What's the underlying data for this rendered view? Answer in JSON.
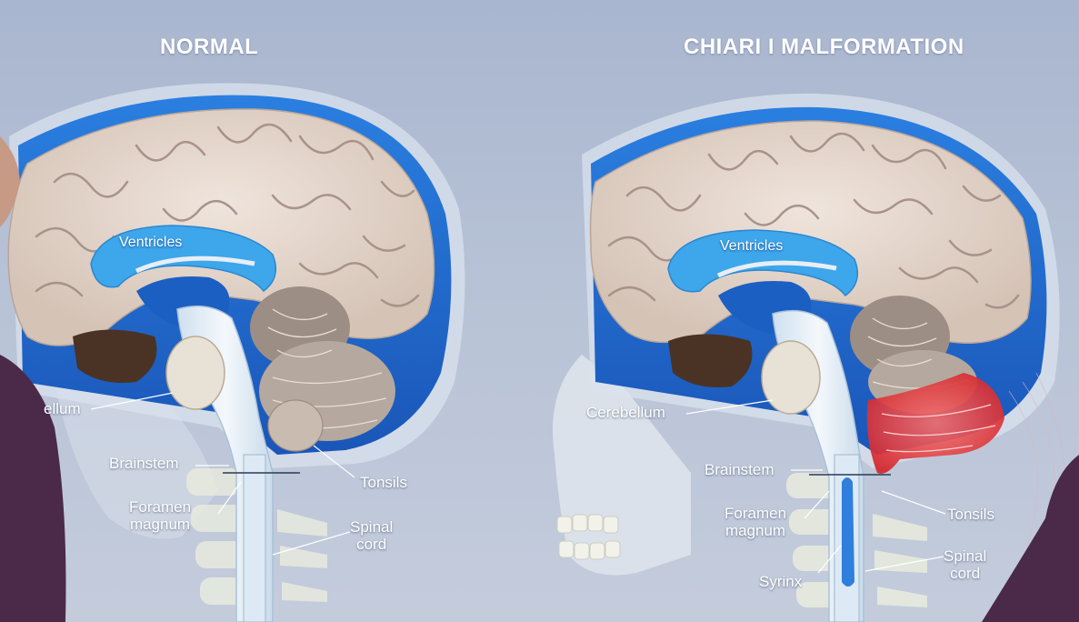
{
  "panels": {
    "left": {
      "title": "NORMAL",
      "labels": {
        "ventricles": "Ventricles",
        "cerebellum_partial": "ellum",
        "brainstem": "Brainstem",
        "foramen_line1": "Foramen",
        "foramen_line2": "magnum",
        "tonsils": "Tonsils",
        "spinal_line1": "Spinal",
        "spinal_line2": "cord"
      }
    },
    "right": {
      "title": "CHIARI I MALFORMATION",
      "labels": {
        "ventricles": "Ventricles",
        "cerebellum": "Cerebellum",
        "brainstem": "Brainstem",
        "foramen_line1": "Foramen",
        "foramen_line2": "magnum",
        "syrinx": "Syrinx",
        "tonsils": "Tonsils",
        "spinal_line1": "Spinal",
        "spinal_line2": "cord"
      }
    }
  },
  "colors": {
    "background": "#b7c2d6",
    "csf_blue": "#1f6fd0",
    "ventricle_blue": "#3ea6ea",
    "brain_tissue": "#e4d6cc",
    "herniated_tonsils": "#e8464a",
    "presenter_clothing": "#4a2a48"
  }
}
